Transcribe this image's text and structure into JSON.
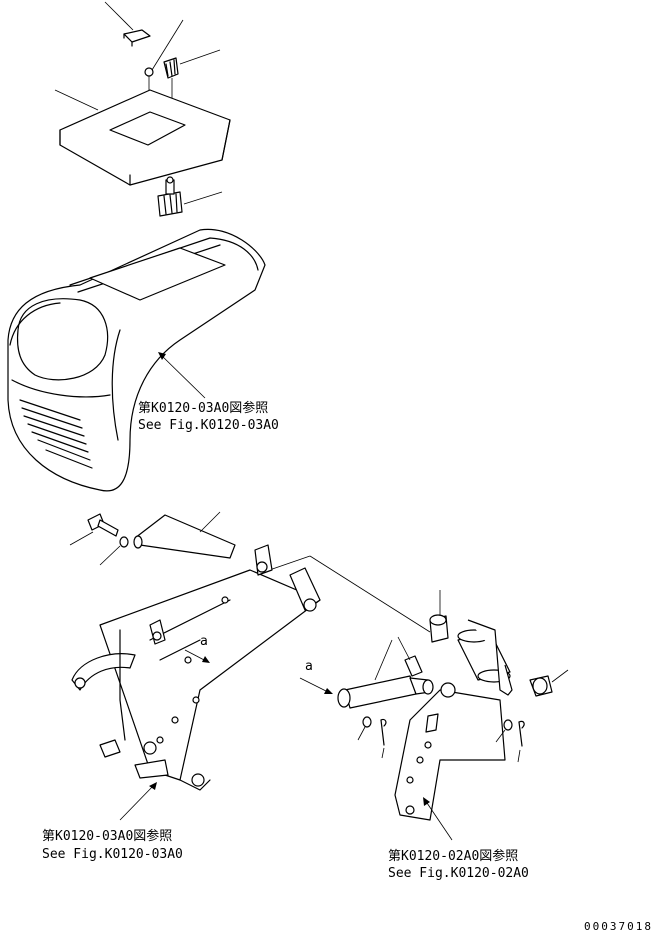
{
  "references": [
    {
      "jp": "第K0120-03A0図参照",
      "en": "See Fig.K0120-03A0"
    },
    {
      "jp": "第K0120-03A0図参照",
      "en": "See Fig.K0120-03A0"
    },
    {
      "jp": "第K0120-02A0図参照",
      "en": "See Fig.K0120-02A0"
    }
  ],
  "view_labels": {
    "a_left": "a",
    "a_right": "a"
  },
  "drawing_number": "00037018"
}
